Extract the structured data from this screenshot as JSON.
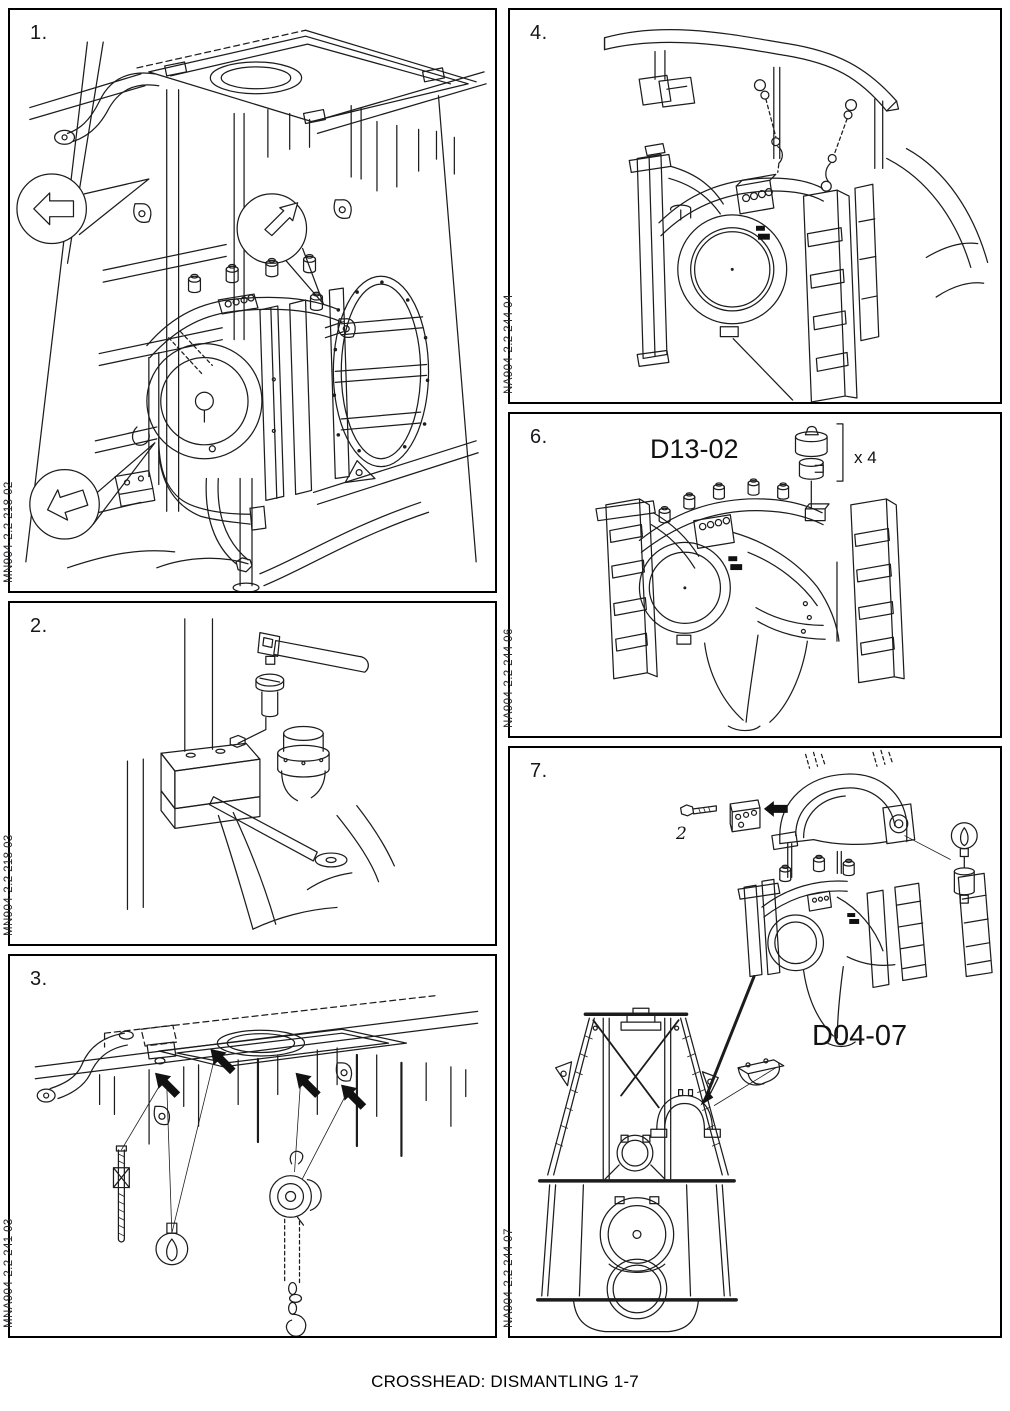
{
  "page": {
    "caption": "CROSSHEAD: DISMANTLING 1-7"
  },
  "panels": [
    {
      "number": "1.",
      "code": "MN904-2.2 218 02"
    },
    {
      "number": "2.",
      "code": "MN904-2.2 218 03"
    },
    {
      "number": "3.",
      "code": "MNA904-2.2 241 03"
    },
    {
      "number": "4.",
      "code": "NA904-2.2 244 04"
    },
    {
      "number": "6.",
      "code": "NA904-2.2 244 06",
      "labels": {
        "tool": "D13-02",
        "quantity": "x 4"
      }
    },
    {
      "number": "7.",
      "code": "NA904-2.2 244 07",
      "labels": {
        "tool": "D04-07",
        "item": "2"
      }
    }
  ]
}
